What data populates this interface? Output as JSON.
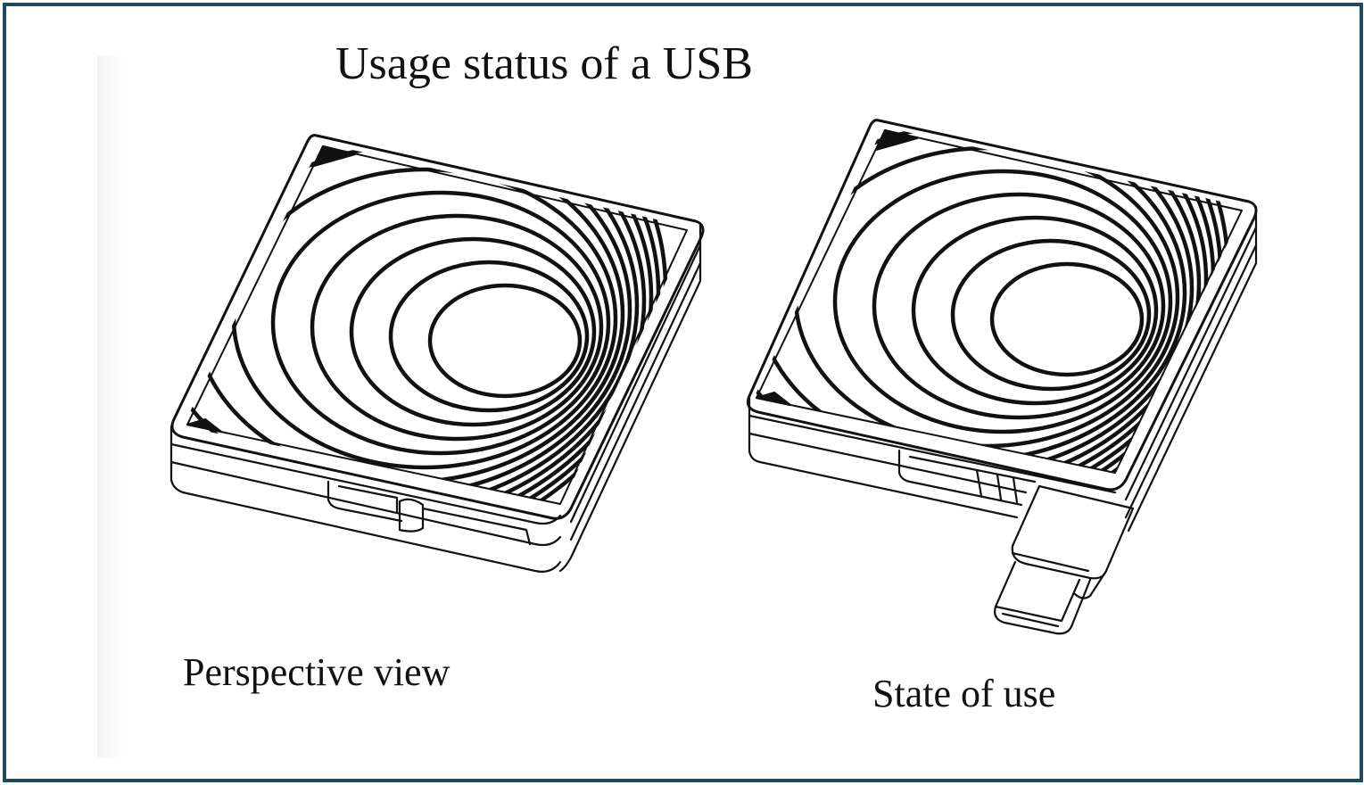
{
  "title": "Usage status of a USB",
  "captions": {
    "left": "Perspective view",
    "right": "State of use"
  },
  "colors": {
    "border": "#1e4a5e",
    "line": "#111111",
    "background": "#ffffff"
  }
}
